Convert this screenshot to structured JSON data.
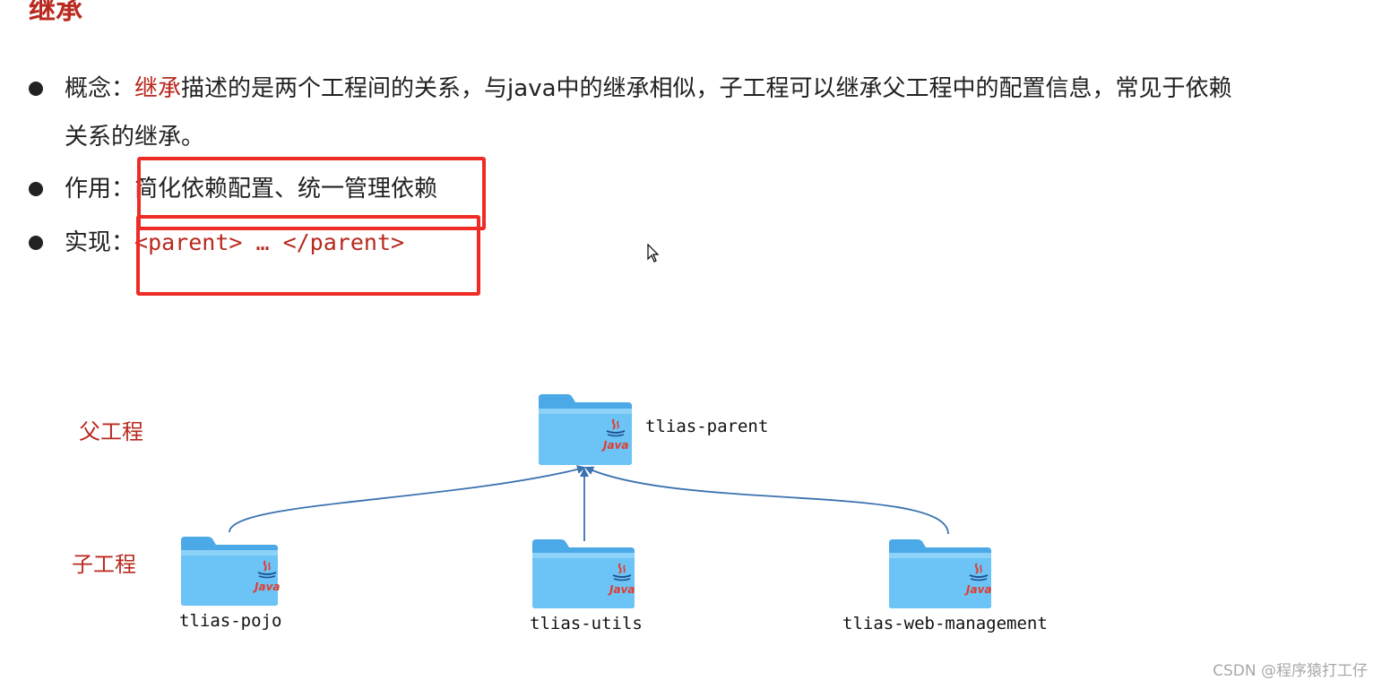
{
  "title": "继承",
  "bullets": [
    {
      "label": "概念：",
      "highlight": "继承",
      "text_line1": "描述的是两个工程间的关系，与java中的继承相似，子工程可以继承父工程中的配置信息，常见于依赖",
      "text_line2": "关系的继承。"
    },
    {
      "label": "作用：",
      "text": "简化依赖配置、统一管理依赖"
    },
    {
      "label": "实现：",
      "code": "<parent> … </parent>"
    }
  ],
  "diagram": {
    "parent_label": "父工程",
    "child_label": "子工程",
    "nodes": {
      "parent": {
        "name": "tlias-parent",
        "icon": "java-folder-icon"
      },
      "children": [
        {
          "name": "tlias-pojo",
          "icon": "java-folder-icon"
        },
        {
          "name": "tlias-utils",
          "icon": "java-folder-icon"
        },
        {
          "name": "tlias-web-management",
          "icon": "java-folder-icon"
        }
      ]
    },
    "java_badge": "Java"
  },
  "colors": {
    "accent_red": "#b8291e",
    "box_red": "#ee2b24",
    "folder_blue": "#5ab8f2",
    "arrow_blue": "#3b72b0"
  },
  "watermark": "CSDN @程序猿打工仔"
}
